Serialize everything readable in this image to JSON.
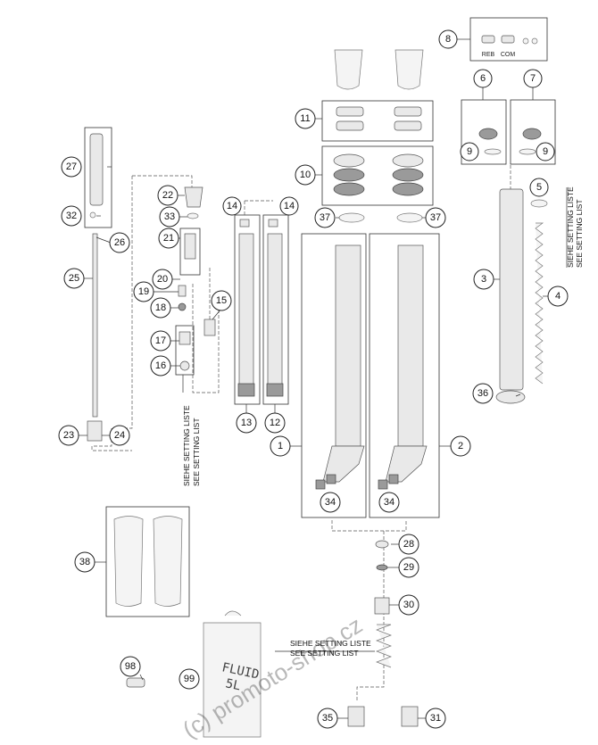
{
  "labels": {
    "n1": "1",
    "n2": "2",
    "n3": "3",
    "n4": "4",
    "n5": "5",
    "n6": "6",
    "n7": "7",
    "n8": "8",
    "n9": "9",
    "n10": "10",
    "n11": "11",
    "n12": "12",
    "n13": "13",
    "n14": "14",
    "n15": "15",
    "n16": "16",
    "n17": "17",
    "n18": "18",
    "n19": "19",
    "n20": "20",
    "n21": "21",
    "n22": "22",
    "n23": "23",
    "n24": "24",
    "n25": "25",
    "n26": "26",
    "n27": "27",
    "n28": "28",
    "n29": "29",
    "n30": "30",
    "n31": "31",
    "n32": "32",
    "n33": "33",
    "n34": "34",
    "n35": "35",
    "n36": "36",
    "n37": "37",
    "n38": "38",
    "n98": "98",
    "n99": "99"
  },
  "text": {
    "reb": "REB",
    "com": "COM",
    "setting_de": "SIEHE SETTING LISTE",
    "setting_en": "SEE SETTING LIST",
    "can_line1": "FLUID",
    "can_line2": "5L",
    "watermark": "(c) promoto-shop.cz"
  },
  "colors": {
    "line": "#333333",
    "part_fill": "#e9e9e9",
    "part_dark": "#9a9a9a"
  }
}
